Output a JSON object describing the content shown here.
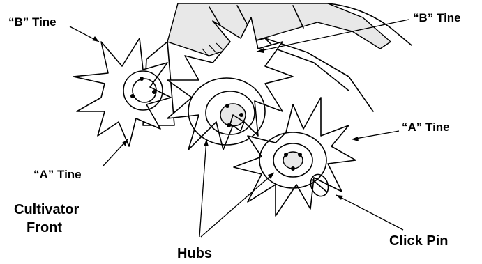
{
  "labels": {
    "b_tine_left": "“B” Tine",
    "b_tine_right": "“B” Tine",
    "a_tine_left": "“A” Tine",
    "a_tine_right": "“A” Tine",
    "cultivator_line1": "Cultivator",
    "cultivator_line2": "Front",
    "hubs": "Hubs",
    "click_pin": "Click Pin"
  },
  "colors": {
    "ink": "#000000",
    "paper": "#ffffff"
  }
}
